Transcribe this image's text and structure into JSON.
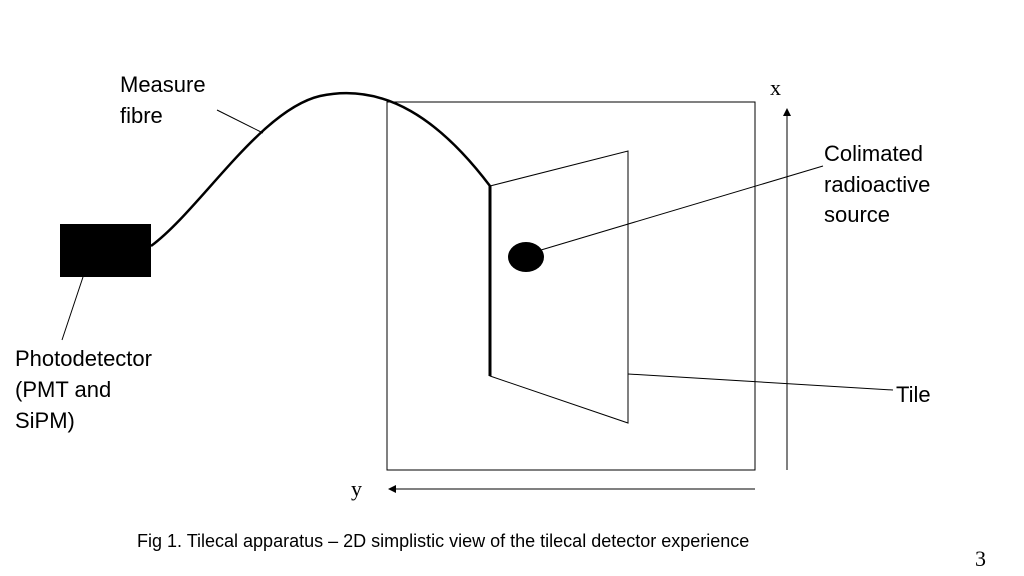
{
  "labels": {
    "measure_fibre": [
      "Measure",
      "fibre"
    ],
    "photodetector": [
      "Photodetector",
      "(PMT and",
      "SiPM)"
    ],
    "source": [
      "Colimated",
      "radioactive",
      "source"
    ],
    "tile": "Tile",
    "axis_x": "x",
    "axis_y": "y"
  },
  "caption": "Fig 1. Tilecal apparatus – 2D simplistic view of the tilecal detector experience",
  "page_number": "3",
  "colors": {
    "stroke": "#000000",
    "fill": "#000000",
    "background": "#ffffff"
  }
}
